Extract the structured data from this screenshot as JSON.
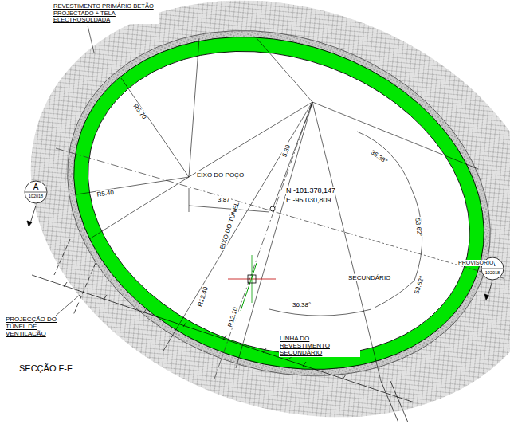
{
  "diagram": {
    "title": "SECÇÃO F-F",
    "nodes": [
      {
        "text": [
          "A",
          "102018"
        ]
      },
      {
        "text": [
          "A",
          "102018"
        ]
      }
    ],
    "labels": [
      "REVESTIMENTO PRIMÁRIO BETÃO PROJECTADO + TELA ELECTROSOLDADA",
      "R5.70",
      "R5.40",
      "EIXO DO POÇO",
      "3.87",
      "5.39",
      "N  -101.378,147",
      "E  -95.030,809",
      "36.38°",
      "53.62°",
      "53.62°",
      "36.38°",
      "EIXO DO TÚNEL",
      "R12.40",
      "R12.10",
      "SECUNDÁRIO",
      "LINHA DO REVESTIMENTO SECUNDÁRIO",
      "PROJECÇÃO DO TÚNEL DE VENTILAÇÃO",
      "PROVISÓRIO"
    ]
  }
}
